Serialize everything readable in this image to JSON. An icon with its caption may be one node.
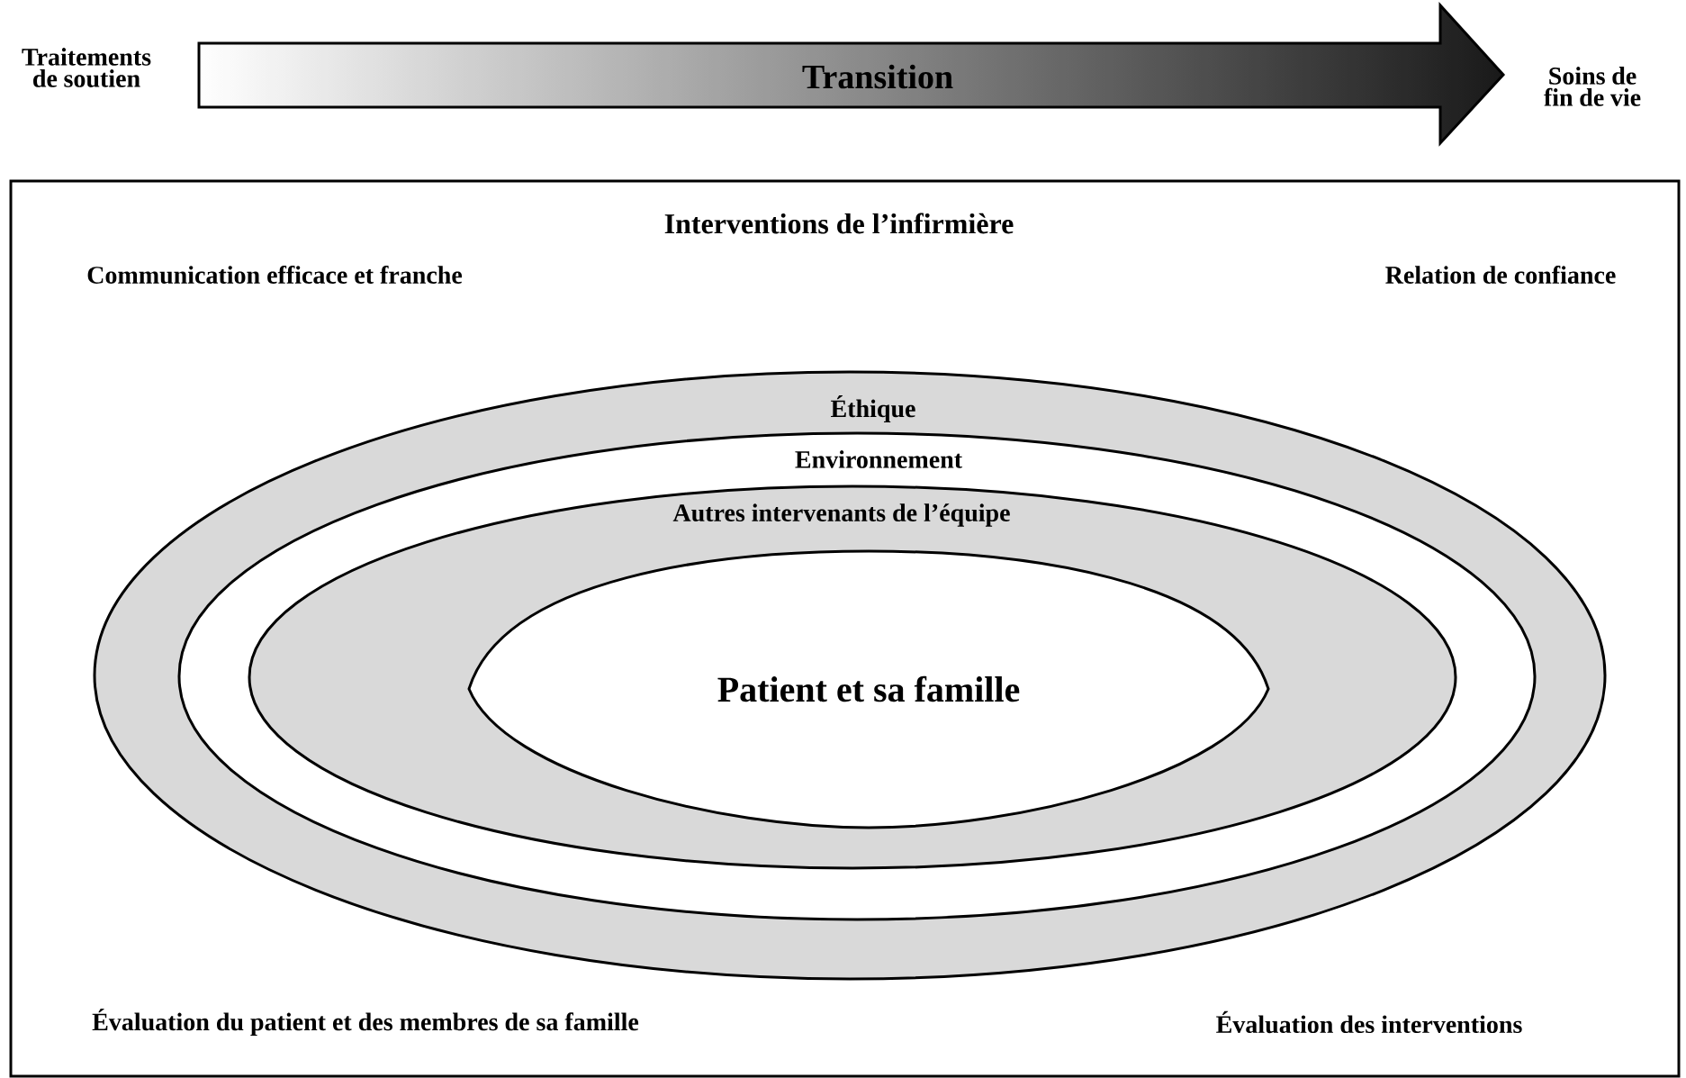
{
  "diagram": {
    "nodes": [
      {
        "text": [
          "Traitements de soutien"
        ]
      },
      {
        "text": [
          "Transition"
        ]
      },
      {
        "text": [
          "Soins de fin de vie"
        ]
      },
      {
        "text": [
          "Interventions de l’infirmière",
          "Communication efficace et franche",
          "Relation de confiance",
          "Évaluation du patient et des membres de sa famille",
          "Évaluation des interventions"
        ]
      },
      {
        "text": [
          "Éthique"
        ],
        "in": 3
      },
      {
        "text": [
          "Environnement"
        ],
        "in": 4
      },
      {
        "text": [
          "Autres intervenants de l’équipe"
        ],
        "in": 5
      },
      {
        "text": [
          "Patient et sa famille"
        ],
        "in": 6
      }
    ]
  }
}
